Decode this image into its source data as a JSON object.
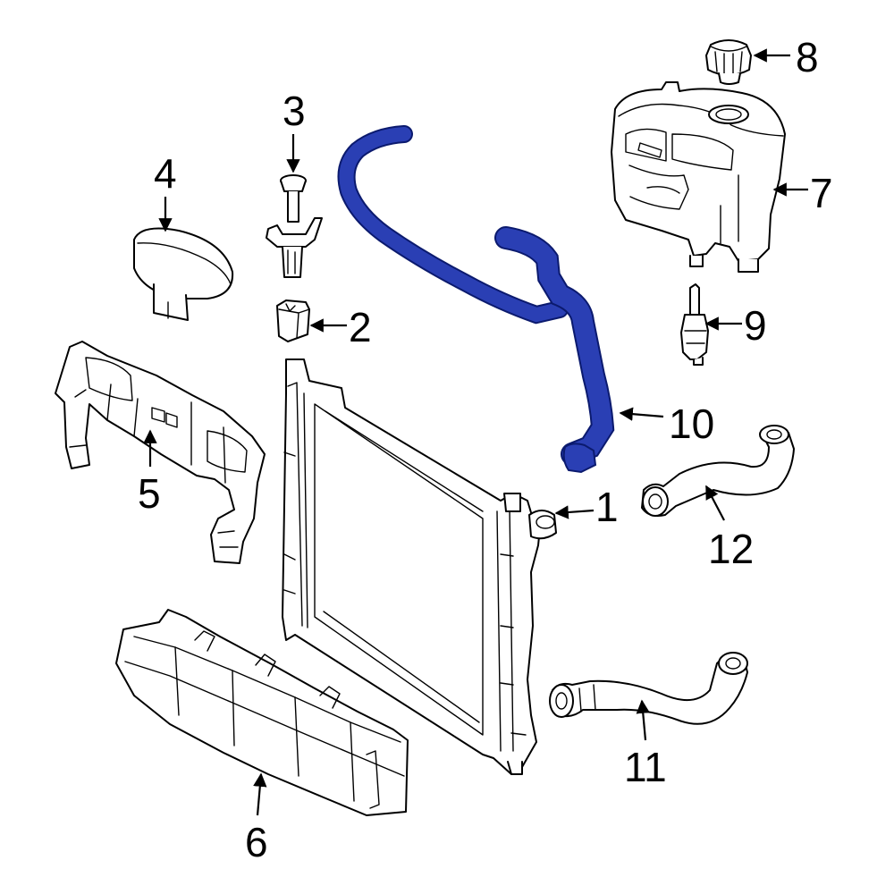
{
  "diagram": {
    "highlight_color": "#2a3fb4",
    "highlight_outline": "#0b1a6e",
    "callouts": [
      {
        "key": "c1",
        "number": "1"
      },
      {
        "key": "c2",
        "number": "2"
      },
      {
        "key": "c3",
        "number": "3"
      },
      {
        "key": "c4",
        "number": "4"
      },
      {
        "key": "c5",
        "number": "5"
      },
      {
        "key": "c6",
        "number": "6"
      },
      {
        "key": "c7",
        "number": "7"
      },
      {
        "key": "c8",
        "number": "8"
      },
      {
        "key": "c9",
        "number": "9"
      },
      {
        "key": "c10",
        "number": "10"
      },
      {
        "key": "c11",
        "number": "11"
      },
      {
        "key": "c12",
        "number": "12"
      }
    ]
  }
}
